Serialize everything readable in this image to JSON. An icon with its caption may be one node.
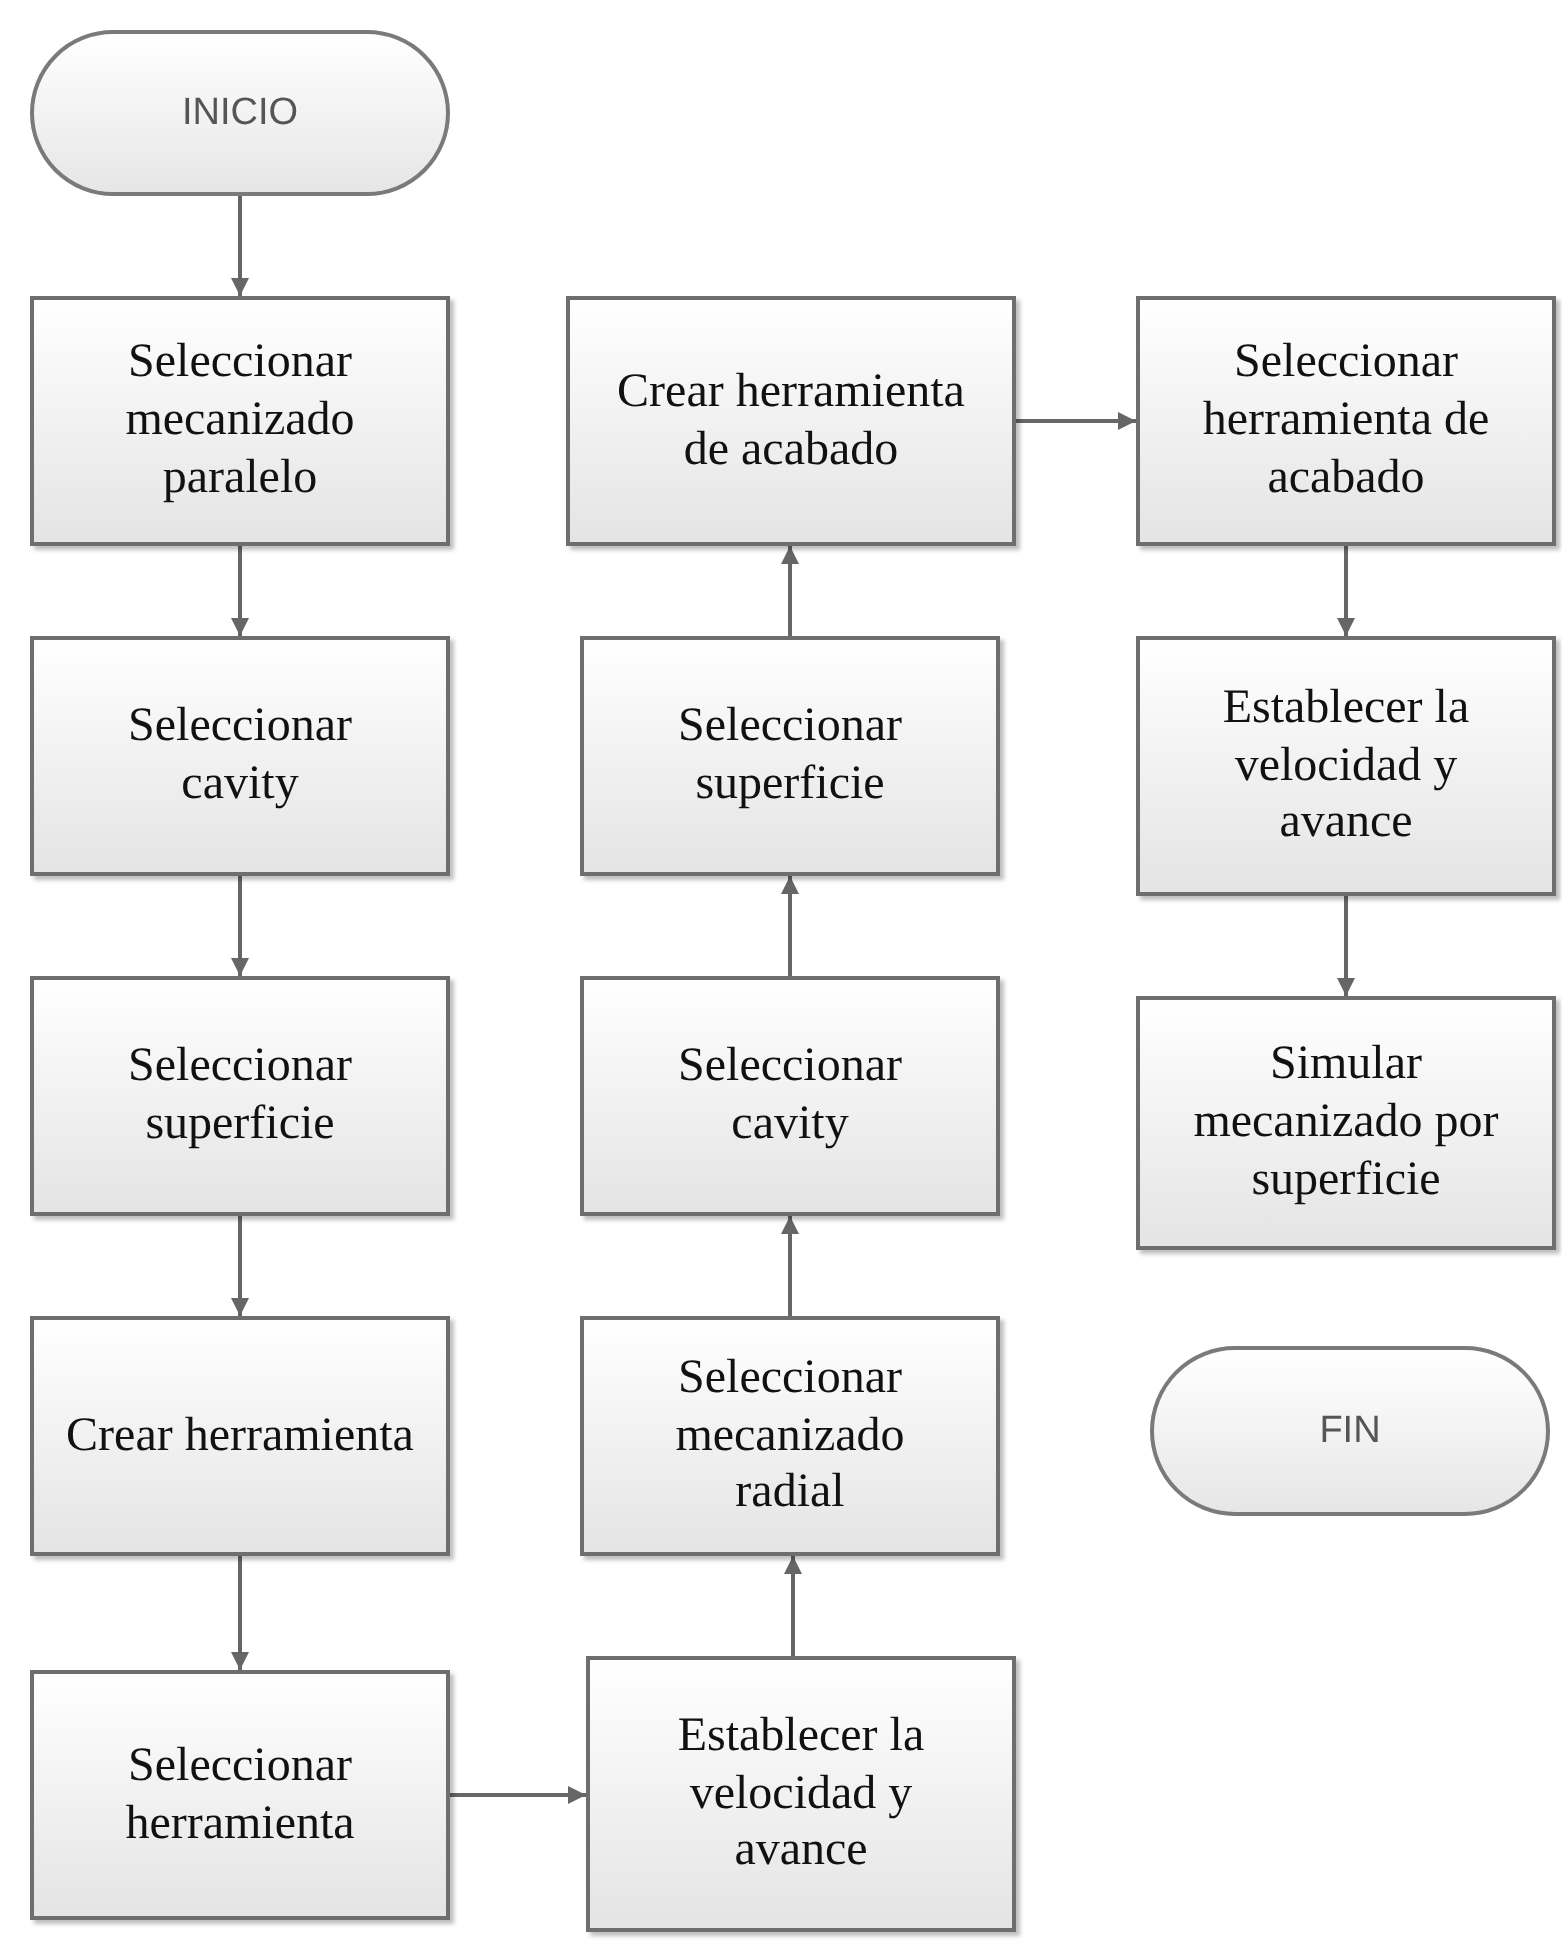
{
  "diagram": {
    "nodes": [
      {
        "text": [
          "INICIO"
        ]
      },
      {
        "text": [
          "Seleccionar mecanizado paralelo"
        ]
      },
      {
        "text": [
          "Seleccionar cavity"
        ]
      },
      {
        "text": [
          "Seleccionar superficie"
        ]
      },
      {
        "text": [
          "Crear herramienta"
        ]
      },
      {
        "text": [
          "Seleccionar herramienta"
        ]
      },
      {
        "text": [
          "Crear herramienta de acabado"
        ]
      },
      {
        "text": [
          "Seleccionar superficie"
        ]
      },
      {
        "text": [
          "Seleccionar cavity"
        ]
      },
      {
        "text": [
          "Seleccionar mecanizado radial"
        ]
      },
      {
        "text": [
          "Establecer la velocidad y avance"
        ]
      },
      {
        "text": [
          "Seleccionar herramienta de acabado"
        ]
      },
      {
        "text": [
          "Establecer la velocidad y avance"
        ]
      },
      {
        "text": [
          "Simular mecanizado por superficie"
        ]
      },
      {
        "text": [
          "FIN"
        ]
      }
    ],
    "edges": [
      {
        "from": 0,
        "to": 1,
        "arrow": "to"
      },
      {
        "from": 1,
        "to": 2,
        "arrow": "to"
      },
      {
        "from": 2,
        "to": 3,
        "arrow": "to"
      },
      {
        "from": 3,
        "to": 4,
        "arrow": "to"
      },
      {
        "from": 4,
        "to": 5,
        "arrow": "to"
      },
      {
        "from": 5,
        "to": 10,
        "arrow": "to"
      },
      {
        "from": 10,
        "to": 9,
        "arrow": "to"
      },
      {
        "from": 9,
        "to": 8,
        "arrow": "to"
      },
      {
        "from": 8,
        "to": 7,
        "arrow": "to"
      },
      {
        "from": 7,
        "to": 6,
        "arrow": "to"
      },
      {
        "from": 6,
        "to": 11,
        "arrow": "to"
      },
      {
        "from": 11,
        "to": 12,
        "arrow": "to"
      },
      {
        "from": 12,
        "to": 13,
        "arrow": "to"
      }
    ]
  }
}
